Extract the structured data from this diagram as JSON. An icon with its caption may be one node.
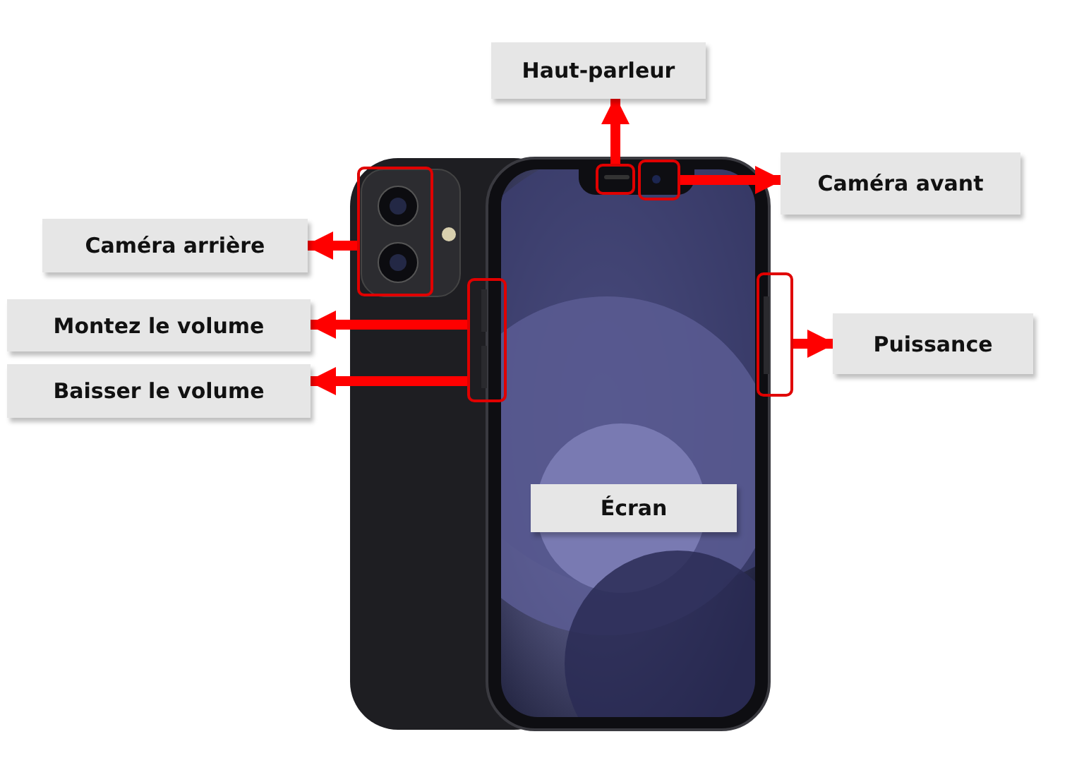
{
  "diagram": {
    "nodes": [
      {
        "text": [
          "Haut-parleur"
        ]
      },
      {
        "text": [
          "Caméra avant"
        ]
      },
      {
        "text": [
          "Caméra arrière"
        ]
      },
      {
        "text": [
          "Montez le volume"
        ]
      },
      {
        "text": [
          "Puissance"
        ]
      },
      {
        "text": [
          "Baisser le volume"
        ]
      },
      {
        "text": [
          "Écran"
        ]
      },
      {
        "text": [],
        "shape": "box"
      },
      {
        "text": [],
        "shape": "box"
      },
      {
        "text": [],
        "shape": "box"
      },
      {
        "text": [],
        "shape": "box"
      },
      {
        "text": [],
        "shape": "box"
      }
    ],
    "edges": [
      {
        "from": 7,
        "to": 0,
        "arrow": "to"
      },
      {
        "from": 8,
        "to": 1,
        "arrow": "to"
      },
      {
        "from": 9,
        "to": 2,
        "arrow": "to"
      },
      {
        "from": 10,
        "to": 3,
        "arrow": "to"
      },
      {
        "from": 10,
        "to": 5,
        "arrow": "to"
      },
      {
        "from": 11,
        "to": 4,
        "arrow": "to"
      }
    ]
  }
}
